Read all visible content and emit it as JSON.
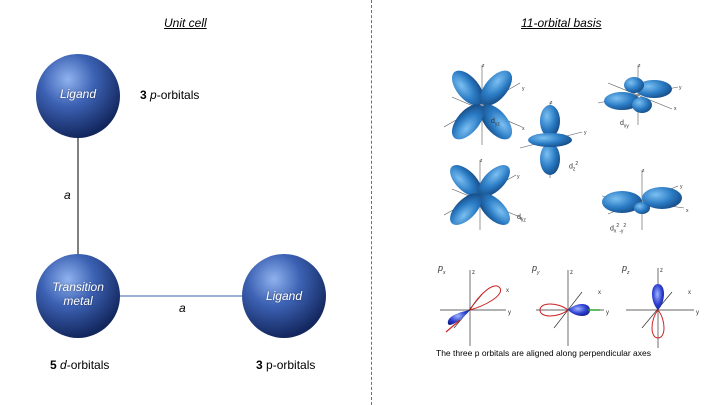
{
  "left_title": "Unit cell",
  "right_title": "11-orbital basis",
  "ligand_top_label": "Ligand",
  "ligand_top_orbitals_num": "3",
  "ligand_top_orbitals_p": "p",
  "ligand_top_orbitals_suffix": "-orbitals",
  "bond_vertical_label": "a",
  "bond_horizontal_label": "a",
  "tm_label_line1": "Transition",
  "tm_label_line2": "metal",
  "tm_orbitals_num": "5",
  "tm_orbitals_d": "d",
  "tm_orbitals_suffix": "-orbitals",
  "ligand_right_label": "Ligand",
  "ligand_right_orbitals_num": "3",
  "ligand_right_orbitals_p": "p",
  "ligand_right_orbitals_suffix": "-orbitals",
  "d_orbitals": {
    "dyz": {
      "main": "d",
      "sub": "yz"
    },
    "dz2": {
      "main": "d",
      "sub": "z",
      "sup": "2"
    },
    "dxy": {
      "main": "d",
      "sub": "xy"
    },
    "dxz": {
      "main": "d",
      "sub": "xz"
    },
    "dx2y2": {
      "main": "d",
      "sub": "x",
      "sup1": "2",
      "mid": "-y",
      "sup2": "2"
    }
  },
  "p_orbitals": {
    "px": {
      "main": "p",
      "sub": "x"
    },
    "py": {
      "main": "p",
      "sub": "y"
    },
    "pz": {
      "main": "p",
      "sub": "z"
    }
  },
  "p_caption": "The three p orbitals are aligned along perpendicular axes",
  "colors": {
    "sphere": "#2e4f9a",
    "orbital": "#2a7bc4",
    "divider": "#5a6fa8"
  }
}
